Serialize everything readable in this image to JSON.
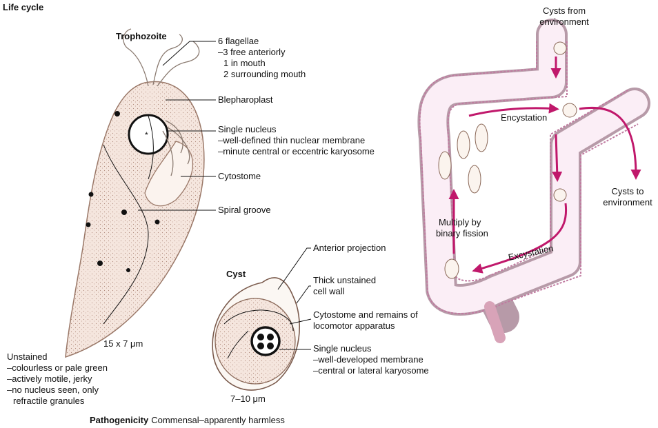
{
  "header": {
    "title": "Life cycle"
  },
  "trophozoite": {
    "title": "Trophozoite",
    "flagellae_labels": [
      "6 flagellae",
      "–3 free anteriorly",
      "1 in mouth",
      "2 surrounding mouth"
    ],
    "blepharoplast": "Blepharoplast",
    "nucleus_labels": [
      "Single nucleus",
      "–well-defined thin nuclear membrane",
      "–minute central or eccentric karyosome"
    ],
    "cytostome": "Cytostome",
    "spiral_groove": "Spiral groove",
    "size": "15 x 7 μm"
  },
  "unstained": {
    "lines": [
      "Unstained",
      "–colourless or pale green",
      "–actively motile, jerky",
      "–no nucleus seen, only",
      "refractile granules"
    ]
  },
  "cyst": {
    "title": "Cyst",
    "anterior_projection": "Anterior projection",
    "wall_labels": [
      "Thick unstained",
      "cell wall"
    ],
    "cytostome_labels": [
      "Cytostome and remains of",
      "locomotor apparatus"
    ],
    "nucleus_labels": [
      "Single nucleus",
      "–well-developed membrane",
      "–central or lateral karyosome"
    ],
    "size": "7–10 μm"
  },
  "pathogenicity": {
    "label": "Pathogenicity",
    "text": "Commensal–apparently harmless"
  },
  "lifecycle": {
    "cysts_from": [
      "Cysts from",
      "environment"
    ],
    "encystation": "Encystation",
    "cysts_to": [
      "Cysts to",
      "environment"
    ],
    "multiply": [
      "Multiply by",
      "binary fission"
    ],
    "excystation": "Excystation",
    "arrow_color": "#c0186b"
  }
}
